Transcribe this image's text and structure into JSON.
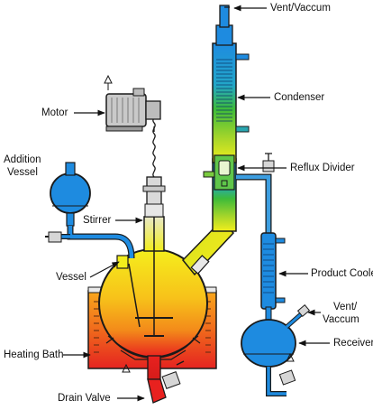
{
  "labels": {
    "vent_top": "Vent/Vaccum",
    "condenser": "Condenser",
    "motor": "Motor",
    "reflux_divider": "Reflux Divider",
    "addition_vessel_line1": "Addition",
    "addition_vessel_line2": "Vessel",
    "stirrer": "Stirrer",
    "vessel": "Vessel",
    "product_cooler": "Product Cooler",
    "vent_right_line1": "Vent/",
    "vent_right_line2": "Vaccum",
    "receiver": "Receiver",
    "heating_bath": "Heating Bath",
    "drain_valve": "Drain Valve"
  },
  "colors": {
    "blue": "#1e8be0",
    "green": "#3dbb3a",
    "yellow": "#f2ee1c",
    "orange": "#f7a21a",
    "red": "#e8211f",
    "outline": "#1a1a1a",
    "label_text": "#111111"
  }
}
